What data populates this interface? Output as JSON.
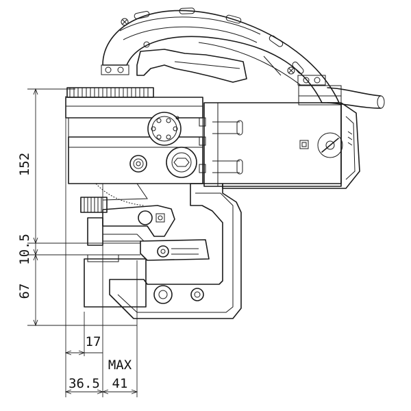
{
  "dimensions": {
    "height_top": "152",
    "height_mid": "10.5",
    "height_bottom": "67",
    "width_17": "17",
    "width_36_5": "36.5",
    "max_label": "MAX",
    "max_value": "41"
  }
}
